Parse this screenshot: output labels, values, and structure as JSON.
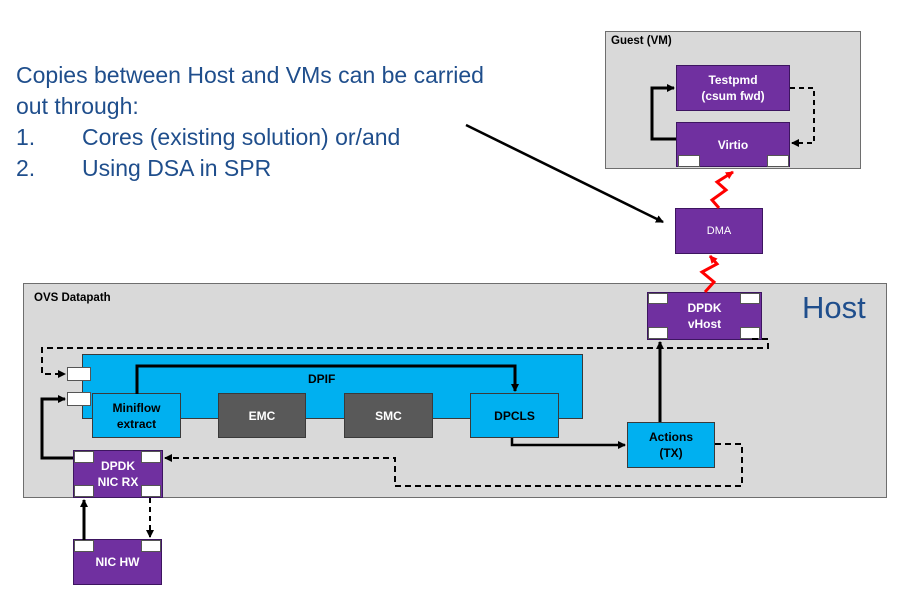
{
  "headline": {
    "intro": [
      "Copies between Host and VMs can be carried",
      "out through:"
    ],
    "items": [
      {
        "num": "1.",
        "text": "Cores (existing solution) or/and"
      },
      {
        "num": "2.",
        "text": "Using DSA in SPR"
      }
    ]
  },
  "guest": {
    "label": "Guest (VM)",
    "testpmd": [
      "Testpmd",
      "(csum fwd)"
    ],
    "virtio": "Virtio"
  },
  "dma": "DMA",
  "host_label": "Host",
  "ovs": {
    "label": "OVS Datapath",
    "vhost": [
      "DPDK",
      "vHost"
    ],
    "dpif": "DPIF",
    "miniflow": [
      "Miniflow",
      "extract"
    ],
    "emc": "EMC",
    "smc": "SMC",
    "dpcls": "DPCLS",
    "actions": [
      "Actions",
      "(TX)"
    ],
    "nic_rx": [
      "DPDK",
      "NIC RX"
    ]
  },
  "nic_hw": "NIC HW",
  "colors": {
    "title_blue": "#1f4e8c",
    "purple": "#7030a0",
    "cyan": "#00b0f0",
    "dark_gray": "#595959",
    "panel_gray": "#d9d9d9",
    "dma_link_red": "#ff0000"
  }
}
